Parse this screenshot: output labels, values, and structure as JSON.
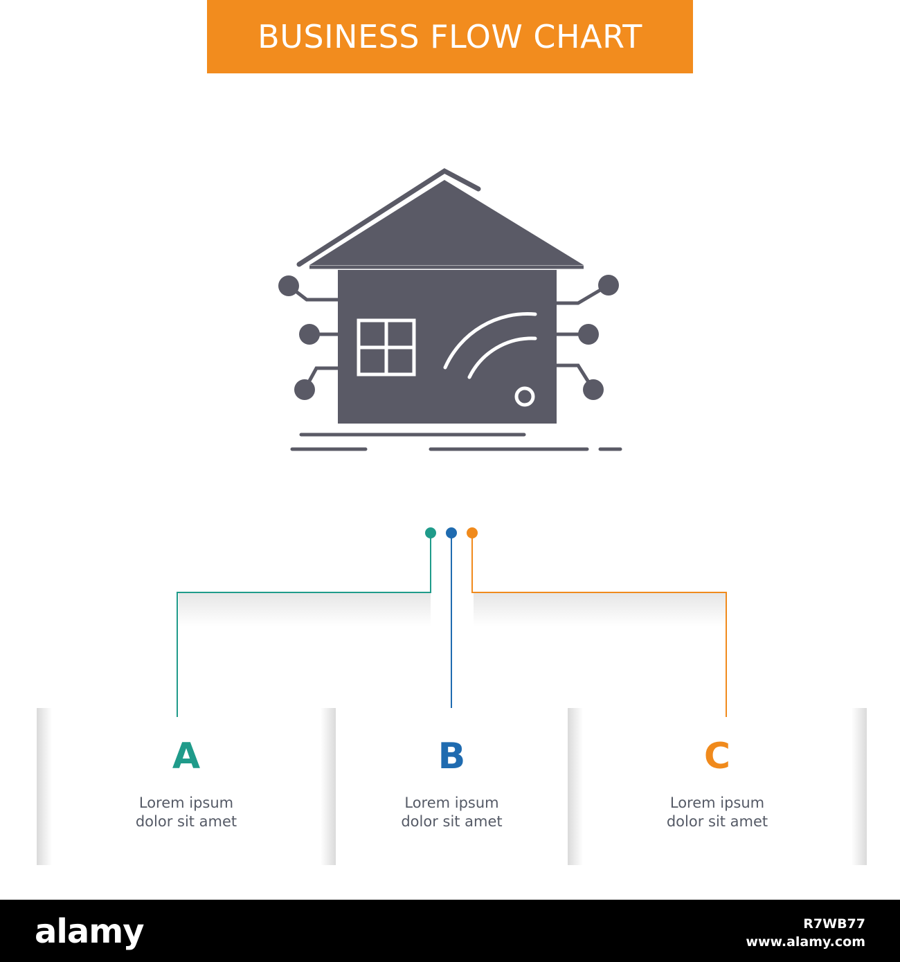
{
  "title": "BUSINESS FLOW CHART",
  "colors": {
    "banner": "#f28c1e",
    "icon": "#5a5a66",
    "teal": "#1f9b8a",
    "blue": "#1f6bb0",
    "orange": "#f08a1c"
  },
  "hero_icon": "smart-home-network-icon",
  "steps": [
    {
      "letter": "A",
      "line1": "Lorem ipsum",
      "line2": "dolor sit amet",
      "color": "#1f9b8a"
    },
    {
      "letter": "B",
      "line1": "Lorem ipsum",
      "line2": "dolor sit amet",
      "color": "#1f6bb0"
    },
    {
      "letter": "C",
      "line1": "Lorem ipsum",
      "line2": "dolor sit amet",
      "color": "#f08a1c"
    }
  ],
  "footer": {
    "logo": "alamy",
    "image_id": "R7WB77",
    "site": "www.alamy.com"
  }
}
